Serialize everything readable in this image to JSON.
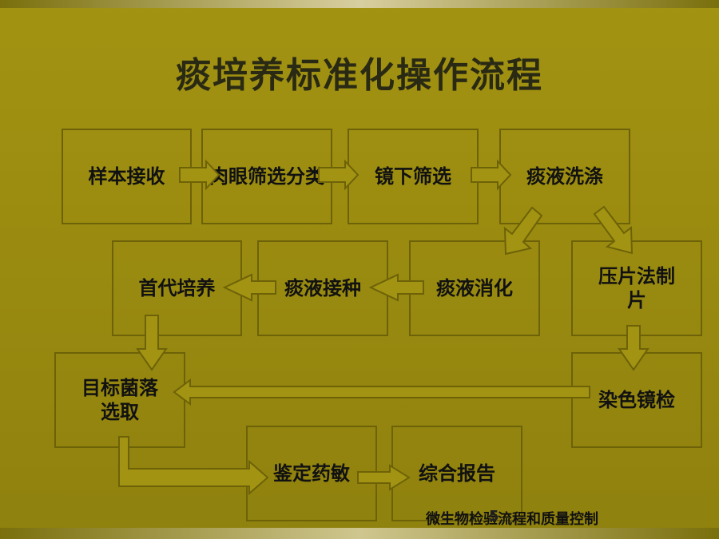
{
  "title": "痰培养标准化操作流程",
  "steps": {
    "s1": "样本接收",
    "s2": "肉眼筛选分类",
    "s3": "镜下筛选",
    "s4": "痰液洗涤",
    "s5": "痰液消化",
    "s6": "压片法制片",
    "s7": "痰液接种",
    "s8": "首代培养",
    "s9": "目标菌落选取",
    "s10": "染色镜检",
    "s11": "鉴定药敏",
    "s12": "综合报告"
  },
  "footer": "微生物检验流程和质量控制",
  "page_number": "5",
  "colors": {
    "background": "#9a8b0f",
    "box_border": "#6e6208",
    "arrow_fill": "#a39312",
    "arrow_stroke": "#6e6208"
  }
}
